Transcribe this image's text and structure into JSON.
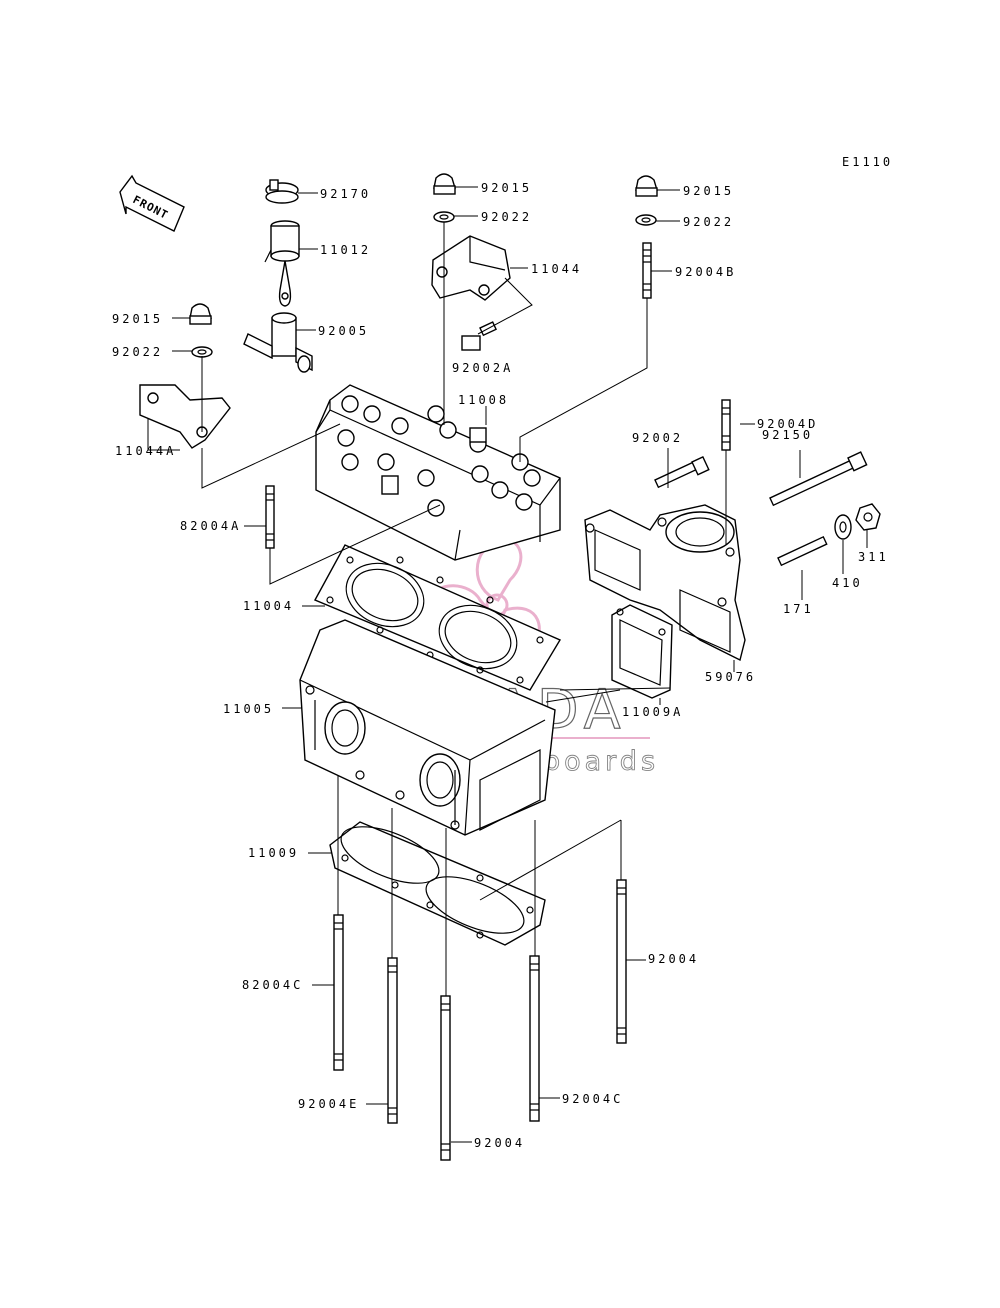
{
  "diagram_code": "E1110",
  "front_label": "FRONT",
  "watermark": {
    "brand": "ARMADA",
    "tagline": "marine outboards",
    "accent": "#e8a8c8"
  },
  "labels": [
    {
      "id": "92170",
      "text": "92170"
    },
    {
      "id": "11012",
      "text": "11012"
    },
    {
      "id": "92015-c",
      "text": "92015"
    },
    {
      "id": "92022-c",
      "text": "92022"
    },
    {
      "id": "11044",
      "text": "11044"
    },
    {
      "id": "92015-r",
      "text": "92015"
    },
    {
      "id": "92022-r",
      "text": "92022"
    },
    {
      "id": "92004B",
      "text": "92004B"
    },
    {
      "id": "92015-l",
      "text": "92015"
    },
    {
      "id": "92022-l",
      "text": "92022"
    },
    {
      "id": "92005",
      "text": "92005"
    },
    {
      "id": "92002A",
      "text": "92002A"
    },
    {
      "id": "11008",
      "text": "11008"
    },
    {
      "id": "11044A",
      "text": "11044A"
    },
    {
      "id": "92002",
      "text": "92002"
    },
    {
      "id": "92004D",
      "text": "92004D"
    },
    {
      "id": "92150",
      "text": "92150"
    },
    {
      "id": "82004A",
      "text": "82004A"
    },
    {
      "id": "311",
      "text": "311"
    },
    {
      "id": "410",
      "text": "410"
    },
    {
      "id": "171",
      "text": "171"
    },
    {
      "id": "11004",
      "text": "11004"
    },
    {
      "id": "59076",
      "text": "59076"
    },
    {
      "id": "11009A",
      "text": "11009A"
    },
    {
      "id": "11005",
      "text": "11005"
    },
    {
      "id": "11009",
      "text": "11009"
    },
    {
      "id": "92004-r",
      "text": "92004"
    },
    {
      "id": "82004C",
      "text": "82004C"
    },
    {
      "id": "92004E",
      "text": "92004E"
    },
    {
      "id": "92004C",
      "text": "92004C"
    },
    {
      "id": "92004-b",
      "text": "92004"
    }
  ]
}
